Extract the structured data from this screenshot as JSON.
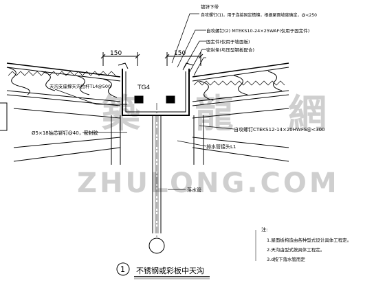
{
  "dimensions": {
    "left": "150",
    "right": "150"
  },
  "gutter_tag": "TG4",
  "labels": {
    "top_cap": "镀锌下带",
    "screw1": "自攻螺钉(1)，用于连接固定檐檩，根据屋面坡度确定，@<250",
    "screw2": "自攻螺钉(2) MTEKS10-24×25WAF(仅用于固定件)",
    "fixing": "固定件(仅用于坡面板)",
    "sealing": "密封条(与压型钢板配合)",
    "gutter_support": "天沟支座撑天沟拉杆TL4@500",
    "rivet": "Ø5×18抽芯铆钉@40，密封胶",
    "screw3": "自攻螺钉CTEKS12-14×20HWFS@<300",
    "drain_joint": "排水管接头L1",
    "drain_pipe": "落水管"
  },
  "watermark": {
    "cn": "築 龍 網",
    "en": "ZHULONG.COM"
  },
  "notes": {
    "title": "注:",
    "items": [
      "1.屋面板构造由各种型式设计具体工程定。",
      "2.天沟由型式按具体工程定。",
      "3.d按下落水管而定"
    ]
  },
  "title_block": {
    "number": "1",
    "title": "不锈钢或彩板中天沟"
  }
}
